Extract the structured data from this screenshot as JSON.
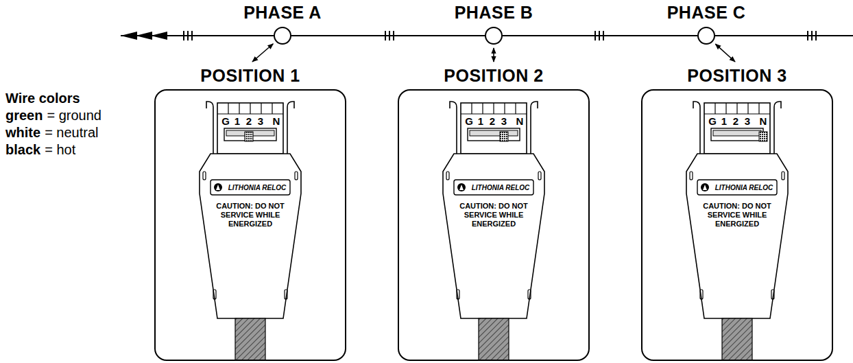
{
  "diagram": {
    "nodes": [
      {
        "text": [
          "PHASE A"
        ]
      },
      {
        "text": [
          "PHASE B"
        ]
      },
      {
        "text": [
          "PHASE C"
        ]
      },
      {
        "text": [
          "POSITION 1",
          "G",
          "1",
          "2",
          "3",
          "N",
          "LITHONIA RELOC",
          "CAUTION: DO NOT SERVICE WHILE ENERGIZED"
        ]
      },
      {
        "text": [
          "POSITION 2",
          "G",
          "1",
          "2",
          "3",
          "N",
          "LITHONIA RELOC",
          "CAUTION: DO NOT SERVICE WHILE ENERGIZED"
        ]
      },
      {
        "text": [
          "POSITION 3",
          "G",
          "1",
          "2",
          "3",
          "N",
          "LITHONIA RELOC",
          "CAUTION: DO NOT SERVICE WHILE ENERGIZED"
        ]
      }
    ],
    "edges": [
      {
        "from": 0,
        "to": 3,
        "arrow": "both"
      },
      {
        "from": 1,
        "to": 4,
        "arrow": "both"
      },
      {
        "from": 2,
        "to": 5,
        "arrow": "both"
      }
    ],
    "labels": [
      "Wire colors",
      "green",
      "= ground",
      "white",
      "= neutral",
      "black",
      "= hot"
    ]
  }
}
